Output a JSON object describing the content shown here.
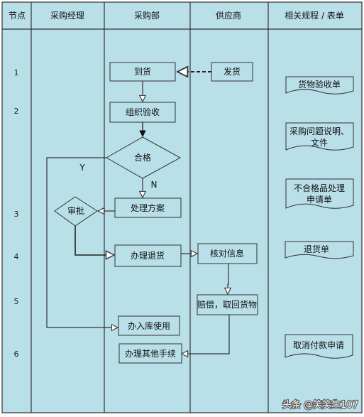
{
  "header": {
    "columns": [
      "节点",
      "采购经理",
      "采购部",
      "供应商",
      "相关规程 / 表单"
    ]
  },
  "row_numbers": [
    "1",
    "2",
    "3",
    "4",
    "5",
    "6"
  ],
  "nodes": {
    "arrive_goods": "到货",
    "ship_goods": "发货",
    "organize_inspection": "组织验收",
    "qualified": "合格",
    "approval": "审批",
    "handling_plan": "处理方案",
    "process_return": "办理退货",
    "verify_info": "核对信息",
    "compensate": "赔偿，取回货物",
    "warehouse_use": "办入库使用",
    "other_procedures": "办理其他手续"
  },
  "branch_labels": {
    "yes": "Y",
    "no": "N"
  },
  "documents": {
    "receipt_form": "货物验收单",
    "problem_doc_line1": "采购问题说明、",
    "problem_doc_line2": "文件",
    "nonconforming_line1": "不合格品处理",
    "nonconforming_line2": "申请单",
    "return_form": "退货单",
    "cancel_payment": "取消付款申请"
  },
  "watermark": "头条 @笑笑生107",
  "colors": {
    "background": "#b9dfe9",
    "line": "#333333",
    "node_fill": "#b9dfe9"
  }
}
